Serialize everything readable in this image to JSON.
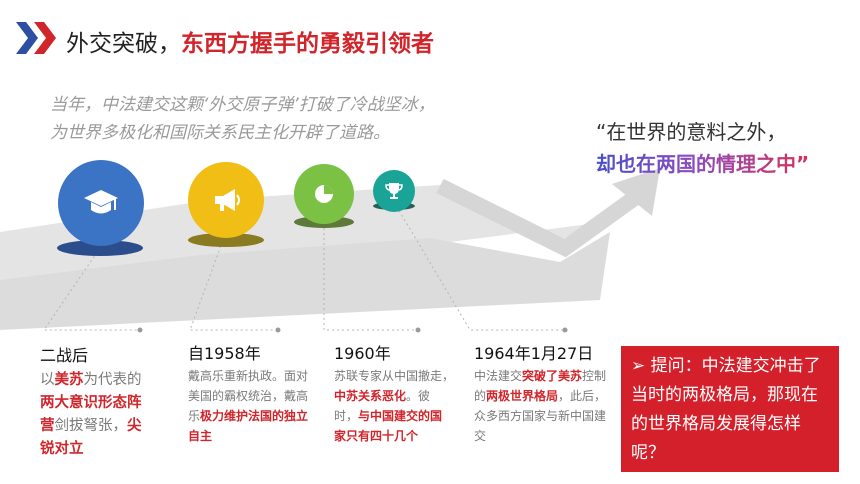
{
  "header": {
    "title_plain": "外交突破，",
    "title_highlight": "东西方握手的勇毅引领者"
  },
  "subtitle": {
    "line1": "当年，中法建交这颗‘外交原子弹’打破了冷战坚冰，",
    "line2": "为世界多极化和国际关系民主化开辟了道路。"
  },
  "quote": {
    "line1": "“在世界的意料之外，",
    "line2": "却也在两国的情理之中”"
  },
  "milestones": [
    {
      "heading": "二战后",
      "p1": "以",
      "p1_red": "美苏",
      "p2": "为代表的",
      "p2_red": "两大意识形态阵营",
      "p3": "剑拔弩张，",
      "p3_red": "尖锐对立"
    },
    {
      "heading": "自1958年",
      "p1": "戴高乐重新执政。面对美国的霸权统治，戴高乐",
      "p1_red": "极力维护法国的独立自主"
    },
    {
      "heading": "1960年",
      "p1": "苏联专家从中国撤走，",
      "p1_red": "中苏关系恶化",
      "p2": "。彼时，",
      "p2_red": "与中国建交的国家只有四十几个"
    },
    {
      "heading": "1964年1月27日",
      "p1": "中法建交",
      "p1_red": "突破了美苏",
      "p2": "控制的",
      "p2_red": "两极世界格局",
      "p3": "，此后，众多西方国家与新中国建交"
    }
  ],
  "question": {
    "bullet": "➢",
    "text": "提问：中法建交冲击了当时的两极格局，那现在的世界格局发展得怎样呢？"
  },
  "icons": [
    "graduation-cap-icon",
    "megaphone-icon",
    "pie-chart-icon",
    "trophy-icon"
  ],
  "colors": {
    "accent_red": "#d0252b",
    "chevron_blue": "#2c4fa3",
    "circle1": "#3b73c5",
    "circle2": "#f1be16",
    "circle3": "#7bc144",
    "circle4": "#1aa397"
  }
}
